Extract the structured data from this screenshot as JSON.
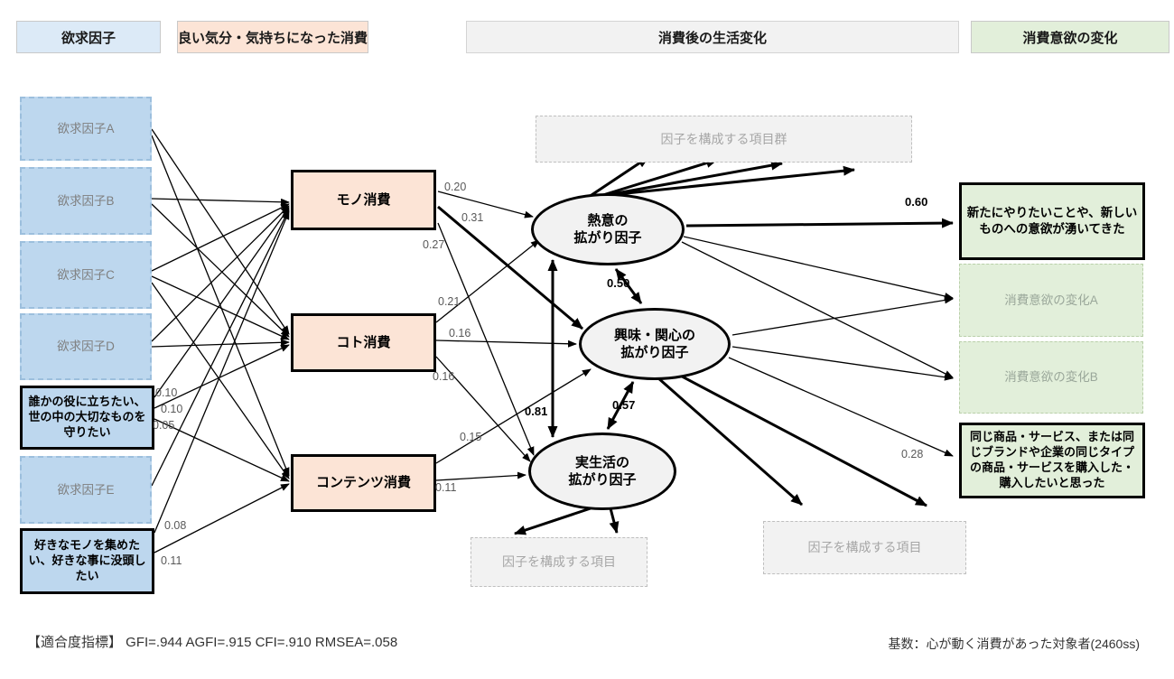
{
  "headers": {
    "desire": "欲求因子",
    "good_feeling_consumption": "良い気分・気持ちになった消費",
    "life_change_after": "消費後の生活変化",
    "willingness_change": "消費意欲の変化"
  },
  "left_column": {
    "factor_a": "欲求因子A",
    "factor_b": "欲求因子B",
    "factor_c": "欲求因子C",
    "factor_d": "欲求因子D",
    "highlight_help_others": "誰かの役に立ちたい、世の中の大切なものを守りたい",
    "factor_e": "欲求因子E",
    "highlight_collect_favorites": "好きなモノを集めたい、好きな事に没頭したい"
  },
  "consumption_types": {
    "mono": "モノ消費",
    "koto": "コト消費",
    "contents": "コンテンツ消費"
  },
  "factors": {
    "enthusiasm": "熱意の\n拡がり因子",
    "interest": "興味・関心の\n拡がり因子",
    "real_life": "実生活の\n拡がり因子"
  },
  "indicator_boxes": {
    "top_group": "因子を構成する項目群",
    "bottom_left": "因子を構成する項目",
    "bottom_right": "因子を構成する項目"
  },
  "right_column": {
    "highlight_new_desire": "新たにやりたいことや、新しいものへの意欲が湧いてきた",
    "change_a": "消費意欲の変化A",
    "change_b": "消費意欲の変化B",
    "highlight_repurchase": "同じ商品・サービス、または同じブランドや企業の同じタイプの商品・サービスを購入した・購入したいと思った"
  },
  "coefficients": [
    {
      "path": "mono-to-enthusiasm",
      "value": "0.20"
    },
    {
      "path": "mono-to-interest",
      "value": "0.31"
    },
    {
      "path": "mono-to-real-life",
      "value": "0.27"
    },
    {
      "path": "koto-to-enthusiasm",
      "value": "0.21"
    },
    {
      "path": "koto-to-interest",
      "value": "0.16"
    },
    {
      "path": "koto-to-real-life",
      "value": "0.16"
    },
    {
      "path": "contents-to-interest",
      "value": "0.15"
    },
    {
      "path": "contents-to-real-life",
      "value": "0.11"
    },
    {
      "path": "help-others-to-mono",
      "value": "0.10"
    },
    {
      "path": "help-others-to-koto",
      "value": "0.10"
    },
    {
      "path": "help-others-to-contents",
      "value": "0.05"
    },
    {
      "path": "collect-to-mono",
      "value": "0.08"
    },
    {
      "path": "collect-to-contents",
      "value": "0.11"
    },
    {
      "path": "enthusiasm-interest-covariance",
      "value": "0.50"
    },
    {
      "path": "enthusiasm-real-life-covariance",
      "value": "0.81"
    },
    {
      "path": "interest-real-life-covariance",
      "value": "0.57"
    },
    {
      "path": "enthusiasm-to-new-desire",
      "value": "0.60"
    },
    {
      "path": "interest-to-repurchase",
      "value": "0.28"
    }
  ],
  "footer": {
    "fit_indices": "【適合度指標】 GFI=.944 AGFI=.915 CFI=.910 RMSEA=.058",
    "base_note": "基数：心が動く消費があった対象者(2460ss)"
  },
  "colors": {
    "blue_fill": "#bdd7ee",
    "blue_header_fill": "#dceaf7",
    "peach_fill": "#fce4d6",
    "green_fill": "#e2efda",
    "gray_fill": "#f2f2f2",
    "line_color": "#000000",
    "coefficient_text": "#595959"
  }
}
